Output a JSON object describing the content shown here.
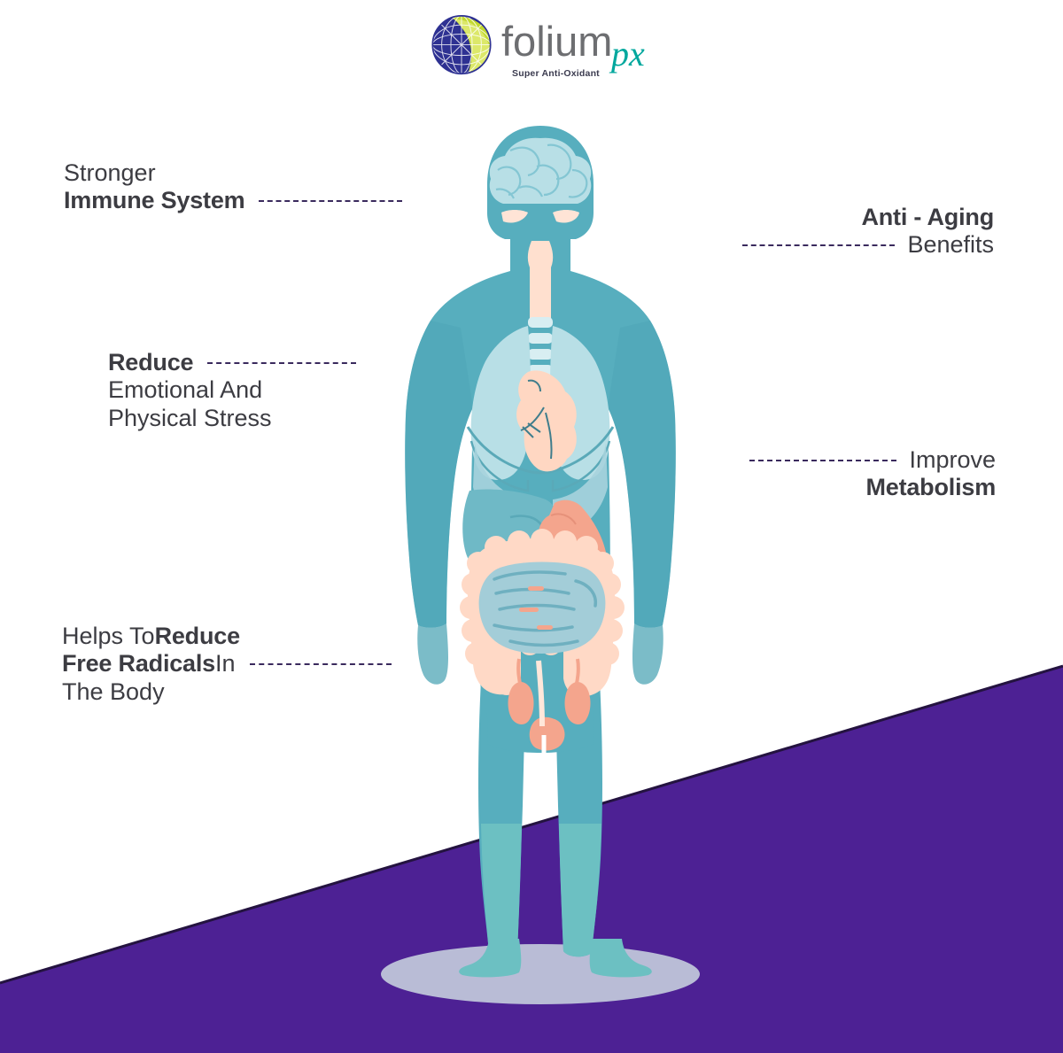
{
  "brand": {
    "name": "folium",
    "suffix": "px",
    "tagline": "Super Anti-Oxidant",
    "mark_icon": "globe-leaf-logo-icon",
    "text_color": "#6d6e71",
    "suffix_color": "#00a79d",
    "globe_color": "#2e3192",
    "leaf_color": "#c3d92e"
  },
  "theme": {
    "background": "#ffffff",
    "accent_purple": "#4d2194",
    "body_teal": "#57aebe",
    "body_teal_light": "#6cc0c2",
    "organ_peach": "#ffd7c2",
    "organ_salmon": "#f4a58d",
    "organ_blue": "#b8dfe6",
    "shadow": "#b9bcd6",
    "text_color": "#3c3c42",
    "dash_color": "#3a2a5d"
  },
  "callouts": [
    {
      "id": "immune",
      "side": "left",
      "lines": [
        [
          {
            "text": "Stronger",
            "weight": "light"
          }
        ],
        [
          {
            "text": "Immune System",
            "weight": "bold"
          },
          {
            "dash": true
          }
        ]
      ]
    },
    {
      "id": "stress",
      "side": "left",
      "lines": [
        [
          {
            "text": "Reduce",
            "weight": "bold"
          },
          {
            "dash": true
          }
        ],
        [
          {
            "text": "Emotional And",
            "weight": "light"
          }
        ],
        [
          {
            "text": "Physical Stress",
            "weight": "light"
          }
        ]
      ]
    },
    {
      "id": "radicals",
      "side": "left",
      "lines": [
        [
          {
            "text": "Helps  To ",
            "weight": "light"
          },
          {
            "text": "Reduce",
            "weight": "bold"
          }
        ],
        [
          {
            "text": "Free Radicals",
            "weight": "bold"
          },
          {
            "text": " In",
            "weight": "light"
          },
          {
            "dash": true
          }
        ],
        [
          {
            "text": "The Body",
            "weight": "light"
          }
        ]
      ]
    },
    {
      "id": "aging",
      "side": "right",
      "lines": [
        [
          {
            "text": "Anti - Aging",
            "weight": "bold"
          }
        ],
        [
          {
            "dash": true
          },
          {
            "text": "Benefits",
            "weight": "light"
          }
        ]
      ]
    },
    {
      "id": "metabolism",
      "side": "right",
      "lines": [
        [
          {
            "dash": true
          },
          {
            "text": "Improve",
            "weight": "light"
          }
        ],
        [
          {
            "text": "Metabolism",
            "weight": "bold"
          }
        ]
      ]
    }
  ],
  "labels": {
    "immune_l1": "Stronger",
    "immune_l2": "Immune System",
    "stress_l1": "Reduce",
    "stress_l2": "Emotional And",
    "stress_l3": "Physical Stress",
    "radicals_l1a": "Helps  To ",
    "radicals_l1b": "Reduce",
    "radicals_l2a": "Free Radicals",
    "radicals_l2b": " In",
    "radicals_l3": "The Body",
    "aging_l1": "Anti - Aging",
    "aging_l2": "Benefits",
    "metab_l1": "Improve",
    "metab_l2": "Metabolism"
  },
  "illustration": {
    "subject": "human-body-anatomy-silhouette",
    "organs": [
      "brain",
      "eyes",
      "trachea",
      "spine",
      "lungs",
      "diaphragm",
      "heart",
      "liver",
      "stomach",
      "large-intestine",
      "small-intestine",
      "kidneys",
      "bladder"
    ],
    "shadow_shape": "ellipse"
  }
}
